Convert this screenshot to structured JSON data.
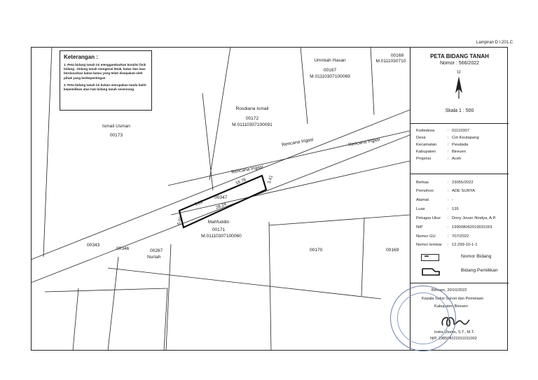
{
  "header": {
    "lampiran": "Lampiran D I.201.C"
  },
  "keterangan": {
    "title": "Keterangan :",
    "items": [
      "1. Peta bidang tanah ini menggambarkan kondisi fisik bidang - bidang tanah mengenai letak, batas dan luas berdasarkan batas-batas yang telah disepakati oleh pihak yang berkepentingan",
      "2. Peta bidang tanah ini bukan merupakan tanda bukti kepemilikan atas hak bidang tanah seseorang"
    ]
  },
  "map": {
    "labels": {
      "ismail_name": "Ismail Usman",
      "ismail_id": "00173",
      "rosdiana_name": "Rosdiana Ismail",
      "rosdiana_id": "00172",
      "rosdiana_nib": "M.01110307100091",
      "ummiah_name": "Ummiah Hasan",
      "ummiah_id": "00167",
      "ummiah_nib": "M.01110307100069",
      "p168_id": "00168",
      "p168_nib": "M.0111030710",
      "irigasi_1": "Rencana Irigasi",
      "irigasi_2": "Rencana Irigasi",
      "irigasi_3": "Rencana Irigasi",
      "subject_id": "00347",
      "mahfuddin_name": "Mahfuddin",
      "mahfuddin_id": "00171",
      "mahfuddin_nib": "M.01110307100060",
      "p343": "00343",
      "p346": "00346",
      "p267_id": "00267",
      "p267_name": "Nuriah",
      "p170": "00170",
      "p169": "00169"
    },
    "dimensions": {
      "top": "16.78",
      "bottom": "28.24",
      "left_top": "9.82",
      "left": "5.59",
      "right": "3.41"
    }
  },
  "panel": {
    "title": "PETA BIDANG TANAH",
    "nomor": "Nomor : 566/2022",
    "north_letter": "U",
    "skala": "Skala 1 : 500",
    "location": [
      {
        "key": "Kodedesa",
        "value": "01110307"
      },
      {
        "key": "Desa",
        "value": "Cot Keutapang"
      },
      {
        "key": "Kecamatan",
        "value": "Peudada"
      },
      {
        "key": "Kabupaten",
        "value": "Bireuen"
      },
      {
        "key": "Propinsi",
        "value": "Aceh"
      }
    ],
    "details": [
      {
        "key": "Berkas",
        "value": "23055/2022"
      },
      {
        "key": "Pemohon",
        "value": "ADE SURYA"
      },
      {
        "key": "Alamat",
        "value": "-"
      },
      {
        "key": "Luas",
        "value": "135"
      },
      {
        "key": "Petugas Ukur",
        "value": "Dony Jovan Nindya, A.P."
      },
      {
        "key": "NIP",
        "value": "199008062019031001"
      },
      {
        "key": "Nomor GU",
        "value": "707/2022"
      },
      {
        "key": "Nomor lembar",
        "value": "12.299-10-1-1"
      }
    ],
    "legend": {
      "nomor_bidang": "Nomor Bidang",
      "bidang_pemilikan": "Bidang Pemilikan"
    },
    "signature": {
      "place_date": "Bireuen,   20/10/2022",
      "position_1": "Kepala Seksi Survei dan Pemetaan",
      "position_2": "Kabupaten Bireuen",
      "name": "Indra Utomo, S.T., M.T.",
      "nip": "NIP. 198504222011011002"
    }
  },
  "colors": {
    "ink": "#1a1a1a",
    "stamp": "#6b7fa8"
  }
}
